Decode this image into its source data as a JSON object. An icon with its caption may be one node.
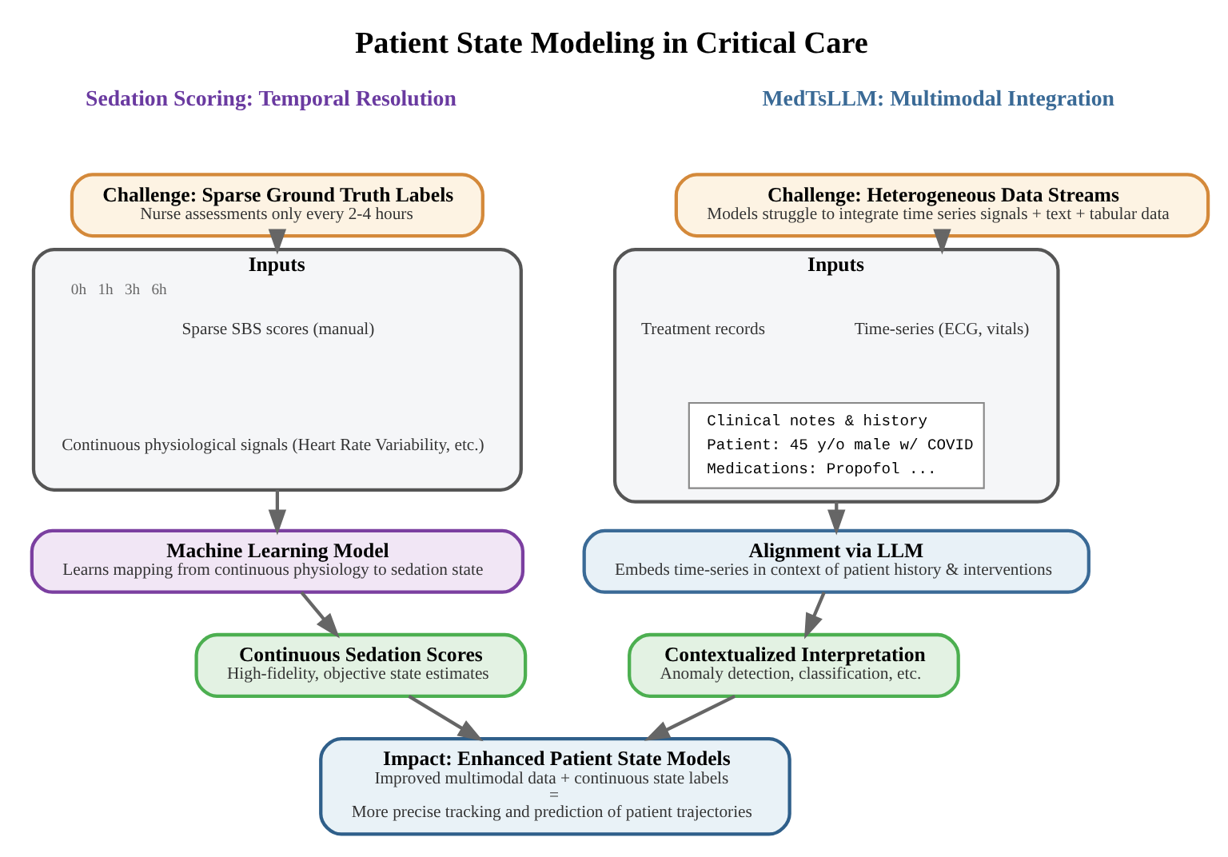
{
  "diagram": {
    "title": "Patient State Modeling in Critical Care",
    "nodes": [
      {
        "text": [
          "Challenge: Heterogeneous Data Streams",
          "Models struggle to integrate time series signals + text + tabular data"
        ]
      },
      {
        "text": [
          "Inputs"
        ]
      },
      {
        "text": [
          "Time-series (ECG, vitals)"
        ],
        "in": 1
      },
      {
        "text": [
          "Treatment records"
        ],
        "in": 1
      },
      {
        "text": [
          "Clinical notes & history",
          "Patient: 45 y/o male w/ COVID",
          "Medications: Propofol ..."
        ],
        "in": 1
      },
      {
        "text": [
          "Alignment via LLM",
          "Embeds time-series in context of patient history & interventions"
        ]
      },
      {
        "text": [
          "Contextualized Interpretation",
          "Anomaly detection, classification, etc."
        ]
      },
      {
        "text": [
          "Challenge: Sparse Ground Truth Labels",
          "Nurse assessments only every 2-4 hours"
        ]
      },
      {
        "text": [
          "Inputs"
        ]
      },
      {
        "text": [
          "Sparse SBS scores (manual)"
        ],
        "in": 8,
        "beside": [
          "0h",
          "1h",
          "3h",
          "6h"
        ]
      },
      {
        "text": [
          "Continuous physiological signals (Heart Rate Variability, etc.)"
        ],
        "in": 8
      },
      {
        "text": [
          "Machine Learning Model",
          "Learns mapping from continuous physiology to sedation state"
        ]
      },
      {
        "text": [
          "Continuous Sedation Scores",
          "High-fidelity, objective state estimates"
        ]
      },
      {
        "text": [
          "Impact: Enhanced Patient State Models",
          "Improved multimodal data + continuous state labels",
          "=",
          "More precise tracking and prediction of patient trajectories"
        ]
      }
    ],
    "edges": [
      {
        "from": 0,
        "to": 1,
        "arrow": "to"
      },
      {
        "from": 1,
        "to": 5,
        "arrow": "to"
      },
      {
        "from": 5,
        "to": 6,
        "arrow": "to"
      },
      {
        "from": 6,
        "to": 13,
        "arrow": "to"
      },
      {
        "from": 7,
        "to": 8,
        "arrow": "to"
      },
      {
        "from": 8,
        "to": 11,
        "arrow": "to"
      },
      {
        "from": 11,
        "to": 12,
        "arrow": "to"
      },
      {
        "from": 12,
        "to": 13,
        "arrow": "to"
      }
    ],
    "labels": [
      "MedTsLLM: Multimodal Integration",
      "Sedation Scoring: Temporal Resolution"
    ]
  }
}
